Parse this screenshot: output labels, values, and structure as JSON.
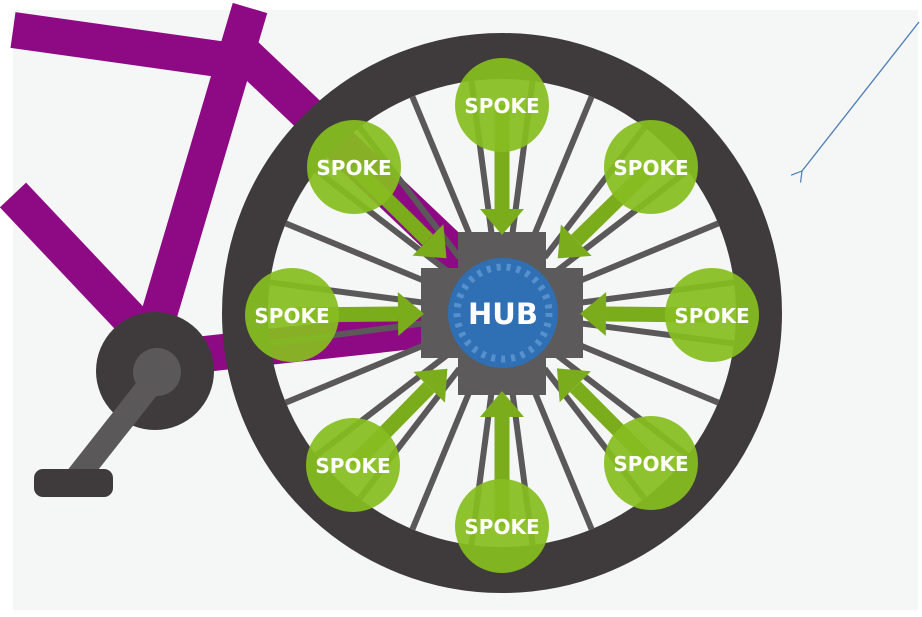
{
  "diagram": {
    "hub": {
      "label": "HUB"
    },
    "spokes": [
      {
        "label": "SPOKE"
      },
      {
        "label": "SPOKE"
      },
      {
        "label": "SPOKE"
      },
      {
        "label": "SPOKE"
      },
      {
        "label": "SPOKE"
      },
      {
        "label": "SPOKE"
      },
      {
        "label": "SPOKE"
      },
      {
        "label": "SPOKE"
      }
    ]
  },
  "colors": {
    "background": "#f5f7f7",
    "frame": "#8e0a85",
    "tire": "#3f3b3c",
    "rim_spokes": "#5b5859",
    "spoke_circle": "#86bd1f",
    "spoke_arrow": "#7aac1b",
    "hub_plate": "#5d5a5b",
    "hub_circle": "#2f6fb3",
    "annotation_arrow": "#4a7cb5",
    "label_text": "#ffffff"
  }
}
